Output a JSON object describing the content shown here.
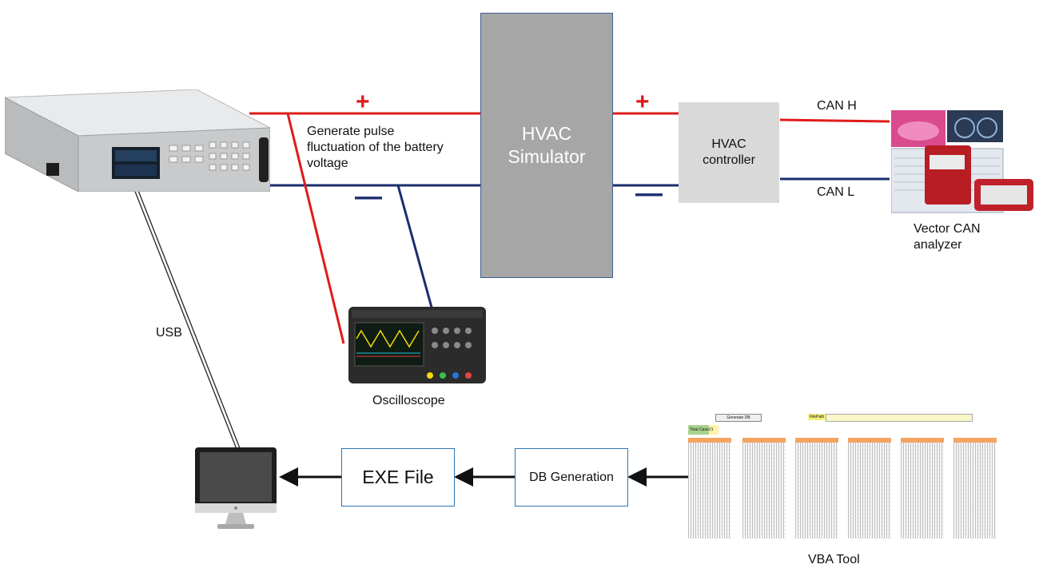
{
  "hvac_simulator": {
    "line1": "HVAC",
    "line2": "Simulator"
  },
  "hvac_controller": {
    "line1": "HVAC",
    "line2": "controller"
  },
  "pulse_note": {
    "line1": "Generate pulse",
    "line2": "fluctuation of the battery",
    "line3": "voltage"
  },
  "signs": {
    "plus": "+",
    "minus": "—"
  },
  "can_high": "CAN H",
  "can_low": "CAN L",
  "vector": {
    "line1": "Vector CAN",
    "line2": "analyzer"
  },
  "oscilloscope": "Oscilloscope",
  "usb": "USB",
  "exe_file": "EXE File",
  "db_generation": "DB Generation",
  "vba_tool": "VBA Tool",
  "sheet": {
    "generate_button": "Generate DB",
    "file_path_label": "FilePath",
    "total_case_label": "Total Case",
    "total_case_value": "21"
  },
  "colors": {
    "positive_wire": "#e01b1b",
    "negative_wire": "#1a2e6e",
    "simulator_fill": "#a6a6a6",
    "controller_fill": "#d9d9d9",
    "box_border": "#2e75b6"
  }
}
